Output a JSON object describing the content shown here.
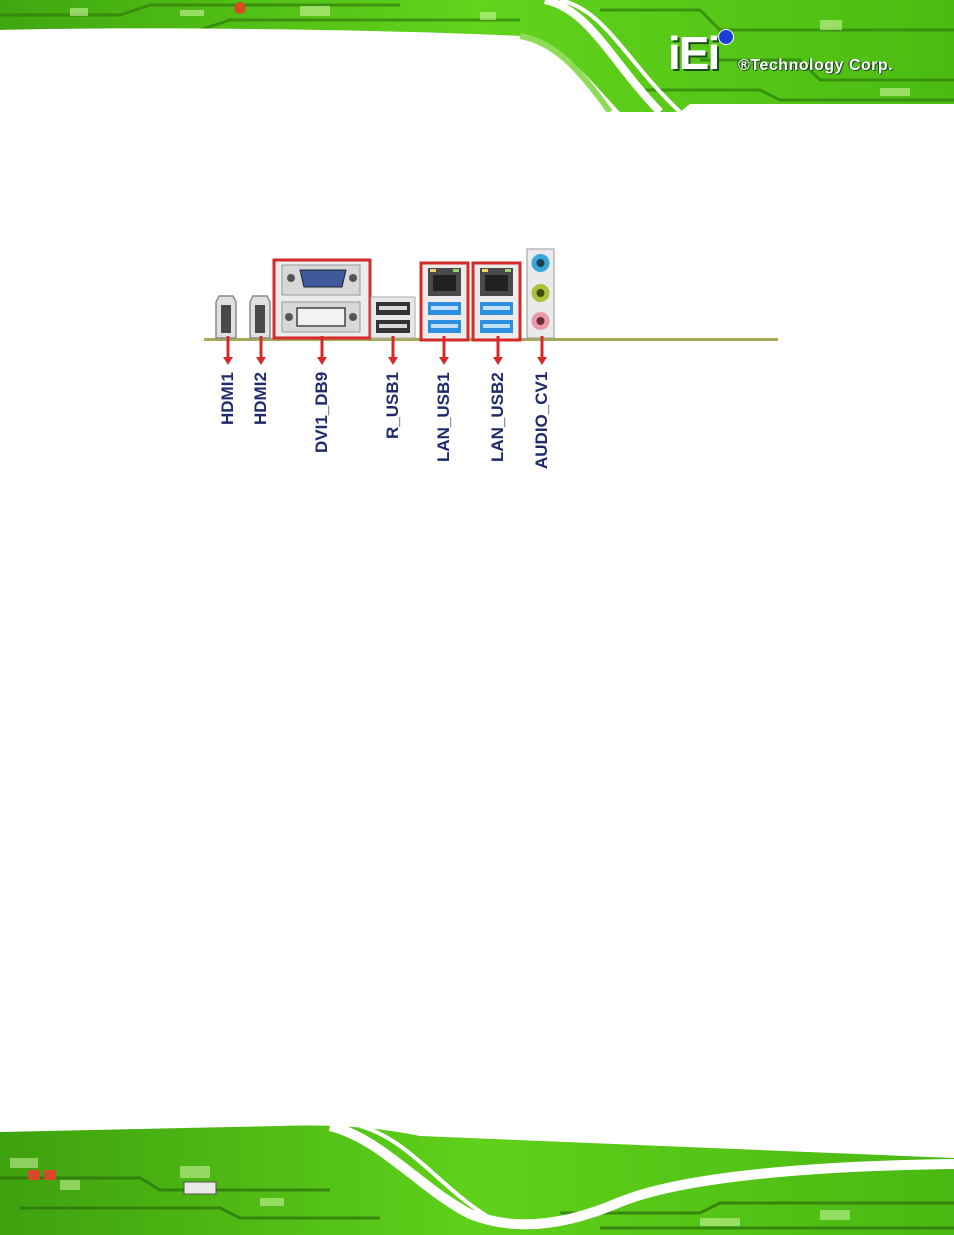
{
  "brand": {
    "letters": "iEi",
    "tagline": "®Technology Corp."
  },
  "ports": [
    {
      "id": "hdmi1",
      "label": "HDMI1"
    },
    {
      "id": "hdmi2",
      "label": "HDMI2"
    },
    {
      "id": "dvi1-db9",
      "label": "DVI1_DB9"
    },
    {
      "id": "r-usb1",
      "label": "R_USB1"
    },
    {
      "id": "lan-usb1",
      "label": "LAN_USB1"
    },
    {
      "id": "lan-usb2",
      "label": "LAN_USB2"
    },
    {
      "id": "audio-cv1",
      "label": "AUDIO_CV1"
    }
  ],
  "colors": {
    "pcb_green": "#5fd11a",
    "highlight_red": "#d42a2a",
    "label_navy": "#1f2a6b",
    "usb3_blue": "#2e8fe0",
    "audio_blue": "#3aa7d8",
    "audio_green": "#a9c23a",
    "audio_pink": "#e89aa8",
    "brand_dot": "#1b3fd6"
  }
}
